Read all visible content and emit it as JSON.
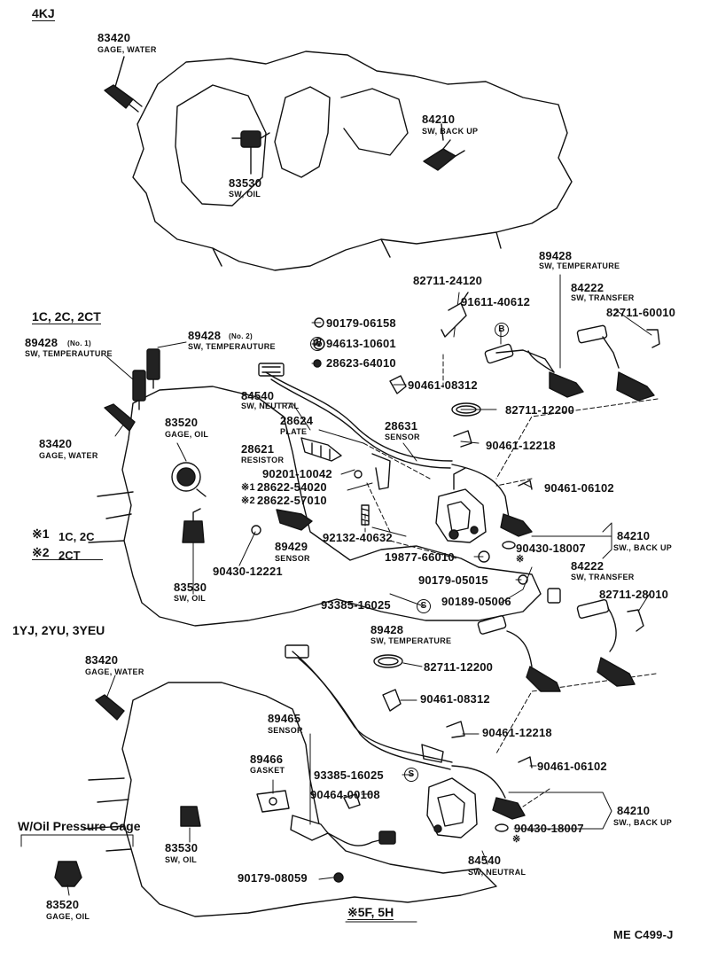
{
  "sections": {
    "engine_4kj": "4KJ",
    "engine_1c": "1C, 2C, 2CT",
    "engine_1yj": "1YJ, 2YU, 3YEU",
    "w_oil_gage": "W/Oil Pressure Gage",
    "footnote_5f": "※5F, 5H"
  },
  "notes": {
    "n1_mark": "※1",
    "n1_text": "1C, 2C",
    "n2_mark": "※2",
    "n2_text": "2CT",
    "no1": "(No. 1)",
    "no2": "(No. 2)",
    "s1": "※1",
    "s2": "※2",
    "star_a": "※",
    "star_b": "※"
  },
  "circled": {
    "B": "B",
    "W": "W",
    "S1": "S",
    "S2": "S"
  },
  "page_code": "ME C499-J",
  "labels": {
    "p83420a": "83420",
    "n83420a": "GAGE, WATER",
    "p83530a": "83530",
    "n83530a": "SW, OIL",
    "p84210a": "84210",
    "n84210a": "SW, BACK UP",
    "p89428a": "89428",
    "n89428a": "SW, TEMPERATURE",
    "p82711_24120": "82711-24120",
    "p91611": "91611-40612",
    "p84222a": "84222",
    "n84222a": "SW, TRANSFER",
    "p82711_60010": "82711-60010",
    "p90179_06158": "90179-06158",
    "p94613": "94613-10601",
    "p28623": "28623-64010",
    "p89428n1": "89428",
    "n89428n1": "SW, TEMPERAUTURE",
    "p89428n2": "89428",
    "n89428n2": "SW, TEMPERAUTURE",
    "p90461_08312a": "90461-08312",
    "p84540a": "84540",
    "n84540a": "SW, NEUTRAL",
    "p82711_12200a": "82711-12200",
    "p28624": "28624",
    "n28624": "PLATE",
    "p28631": "28631",
    "n28631": "SENSOR",
    "p83520a": "83520",
    "n83520a": "GAGE, OIL",
    "p83420b": "83420",
    "n83420b": "GAGE, WATER",
    "p28621": "28621",
    "n28621": "RESISTOR",
    "p90201": "90201-10042",
    "p28622_54": "28622-54020",
    "p28622_57": "28622-57010",
    "p90461_12218a": "90461-12218",
    "p90461_06102a": "90461-06102",
    "p92132": "92132-40632",
    "p89429": "89429",
    "n89429": "SENSOR",
    "p84210b": "84210",
    "n84210b": "SW., BACK UP",
    "p90430_18007a": "90430-18007",
    "p19877": "19877-66010",
    "p90430_12221": "90430-12221",
    "p84222b": "84222",
    "n84222b": "SW, TRANSFER",
    "p90179_05015": "90179-05015",
    "p82711_28010": "82711-28010",
    "p83530b": "83530",
    "n83530b": "SW, OIL",
    "p93385a": "93385-16025",
    "p90189": "90189-05006",
    "p89428b": "89428",
    "n89428b": "SW, TEMPERATURE",
    "p83420c": "83420",
    "n83420c": "GAGE, WATER",
    "p82711_12200b": "82711-12200",
    "p90461_08312b": "90461-08312",
    "p89465": "89465",
    "n89465": "SENSOR",
    "p90461_12218b": "90461-12218",
    "p89466": "89466",
    "n89466": "GASKET",
    "p93385b": "93385-16025",
    "p90461_06102b": "90461-06102",
    "p90464": "90464-00108",
    "p84210c": "84210",
    "n84210c": "SW., BACK UP",
    "p90430_18007b": "90430-18007",
    "p83530c": "83530",
    "n83530c": "SW, OIL",
    "p84540b": "84540",
    "n84540b": "SW, NEUTRAL",
    "p90179_08059": "90179-08059",
    "p83520b": "83520",
    "n83520b": "GAGE, OIL"
  }
}
